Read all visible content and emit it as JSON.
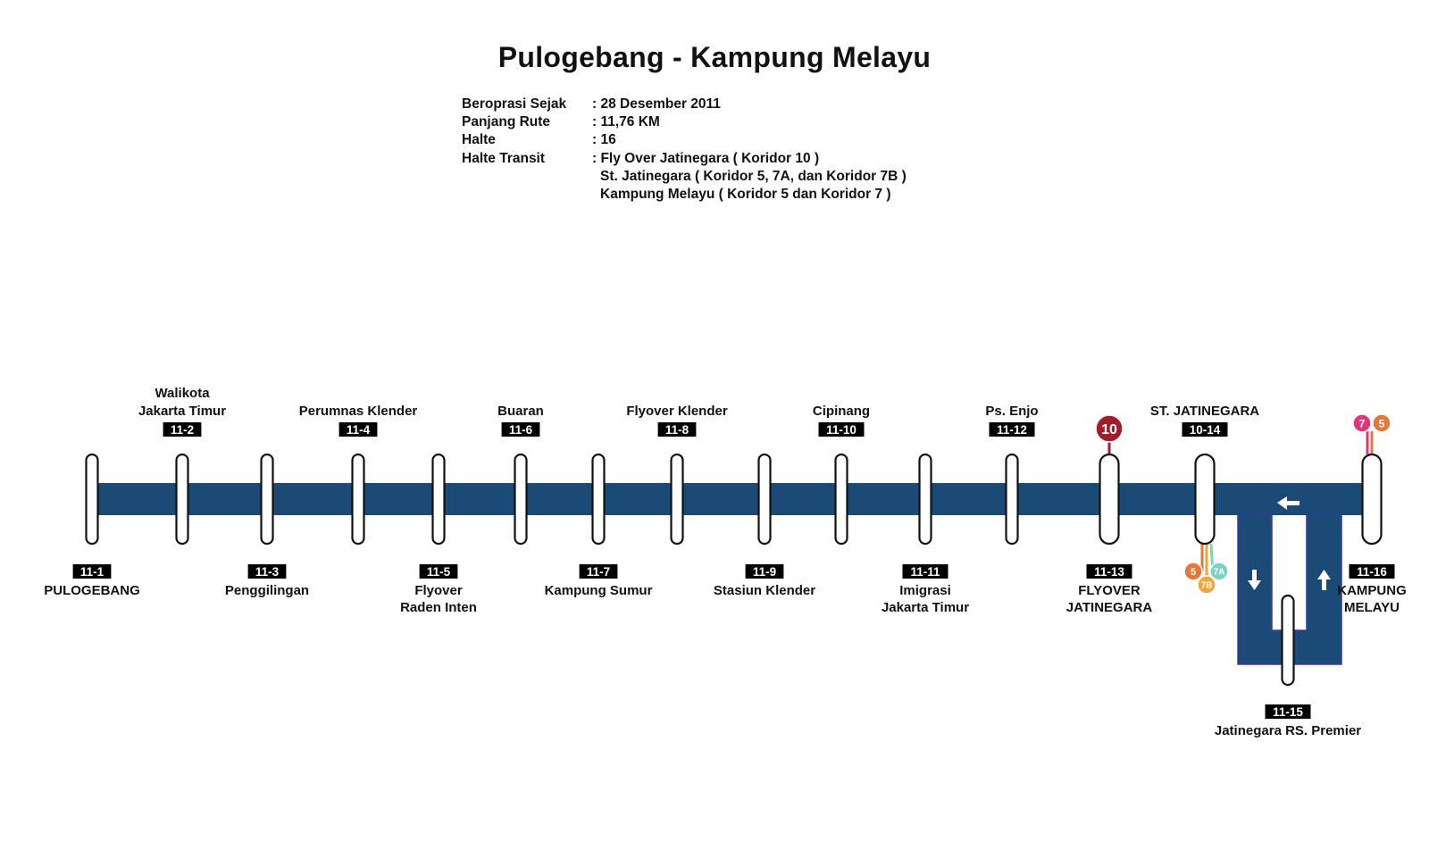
{
  "title": "Pulogebang - Kampung Melayu",
  "info": {
    "operating_since_label": "Beroprasi Sejak",
    "operating_since_value": ": 28 Desember 2011",
    "route_length_label": "Panjang Rute",
    "route_length_value": ": 11,76 KM",
    "stops_label": "Halte",
    "stops_value": ": 16",
    "transit_label": "Halte Transit",
    "transit_lines": [
      ": Fly Over Jatinegara ( Koridor 10 )",
      "St. Jatinegara ( Koridor 5, 7A, dan Koridor 7B )",
      "Kampung Melayu  ( Koridor 5 dan Koridor 7 )"
    ]
  },
  "colors": {
    "route": "#1b4a76",
    "route_edge": "#3a3aa0",
    "badge_bg": "#000000",
    "koridor_10": "#a11d2a",
    "koridor_5": "#e1793a",
    "koridor_7": "#e0357a",
    "koridor_7A": "#7fd1c3",
    "koridor_7B": "#f2a53b"
  },
  "stations": [
    {
      "code": "11-1",
      "name": [
        "PULOGEBANG"
      ],
      "side": "below"
    },
    {
      "code": "11-2",
      "name": [
        "Walikota",
        "Jakarta Timur"
      ],
      "side": "above"
    },
    {
      "code": "11-3",
      "name": [
        "Penggilingan"
      ],
      "side": "below"
    },
    {
      "code": "11-4",
      "name": [
        "Perumnas Klender"
      ],
      "side": "above"
    },
    {
      "code": "11-5",
      "name": [
        "Flyover",
        "Raden Inten"
      ],
      "side": "below"
    },
    {
      "code": "11-6",
      "name": [
        "Buaran"
      ],
      "side": "above"
    },
    {
      "code": "11-7",
      "name": [
        "Kampung Sumur"
      ],
      "side": "below"
    },
    {
      "code": "11-8",
      "name": [
        "Flyover Klender"
      ],
      "side": "above"
    },
    {
      "code": "11-9",
      "name": [
        "Stasiun Klender"
      ],
      "side": "below"
    },
    {
      "code": "11-10",
      "name": [
        "Cipinang"
      ],
      "side": "above"
    },
    {
      "code": "11-11",
      "name": [
        "Imigrasi",
        "Jakarta Timur"
      ],
      "side": "below"
    },
    {
      "code": "11-12",
      "name": [
        "Ps. Enjo"
      ],
      "side": "above"
    },
    {
      "code": "11-13",
      "name": [
        "FLYOVER",
        "JATINEGARA"
      ],
      "side": "below"
    },
    {
      "code": "10-14",
      "name": [
        "ST. JATINEGARA"
      ],
      "side": "above"
    },
    {
      "code": "11-15",
      "name": [
        "Jatinegara RS. Premier"
      ],
      "side": "loop"
    },
    {
      "code": "11-16",
      "name": [
        "KAMPUNG",
        "MELAYU"
      ],
      "side": "below"
    }
  ],
  "transfers": [
    {
      "station": "11-13",
      "corridors": [
        "10"
      ]
    },
    {
      "station": "10-14",
      "corridors": [
        "5",
        "7A",
        "7B"
      ]
    },
    {
      "station": "11-16",
      "corridors": [
        "7",
        "5"
      ]
    }
  ]
}
